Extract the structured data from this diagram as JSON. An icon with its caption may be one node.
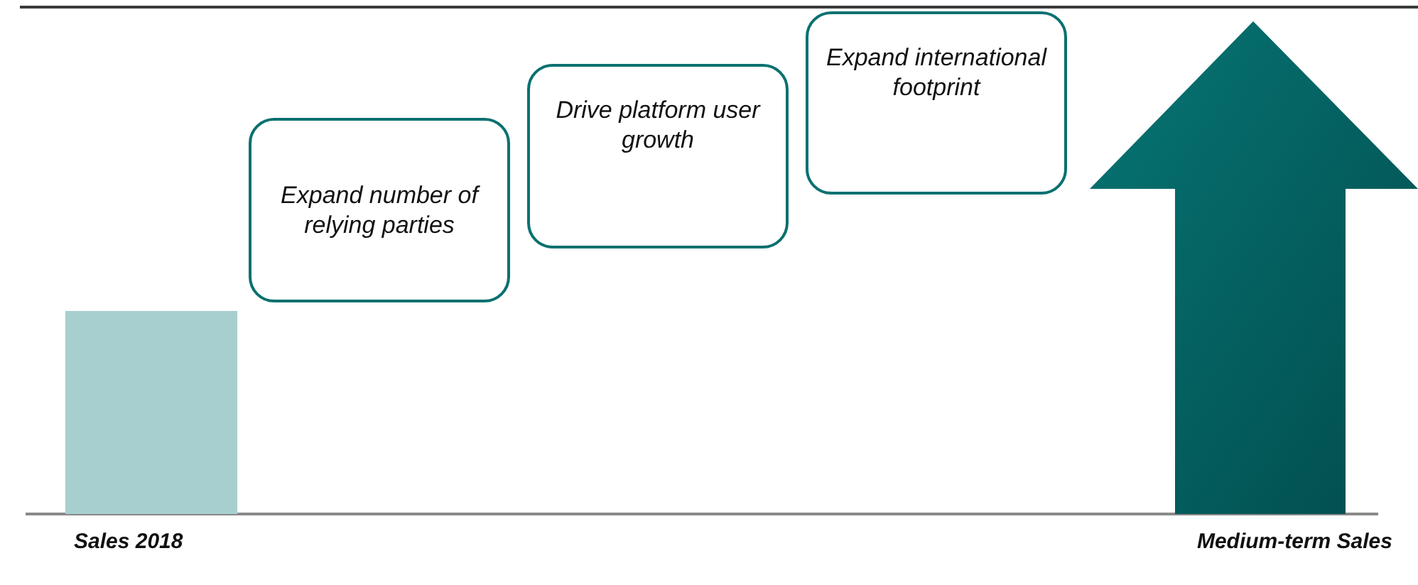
{
  "diagram": {
    "nodes": [
      {
        "text": [],
        "shape": "bar",
        "beside": [
          "Sales 2018"
        ]
      },
      {
        "text": [
          "Expand number of relying parties"
        ]
      },
      {
        "text": [
          "Drive platform user growth"
        ]
      },
      {
        "text": [
          "Expand international footprint"
        ]
      },
      {
        "text": [],
        "shape": "arrow",
        "beside": [
          "Medium-term Sales"
        ]
      }
    ]
  }
}
